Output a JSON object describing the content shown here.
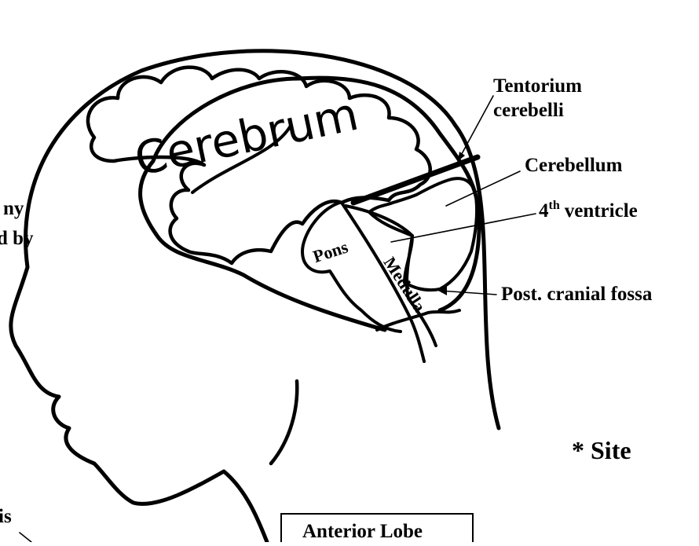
{
  "labels": {
    "cerebrum": "Cerebrum",
    "tentorium_line1": "Tentorium",
    "tentorium_line2": "cerebelli",
    "cerebellum": "Cerebellum",
    "fourth_ventricle_num": "4",
    "fourth_ventricle_sup": "th",
    "fourth_ventricle_word": "ventricle",
    "post_cranial_fossa": "Post. cranial fossa",
    "pons": "Pons",
    "medulla": "Medulla",
    "site": "* Site",
    "anterior_lobe": "Anterior Lobe",
    "left_cut_1": "ny",
    "left_cut_2": "d by",
    "left_cut_3": "is"
  }
}
